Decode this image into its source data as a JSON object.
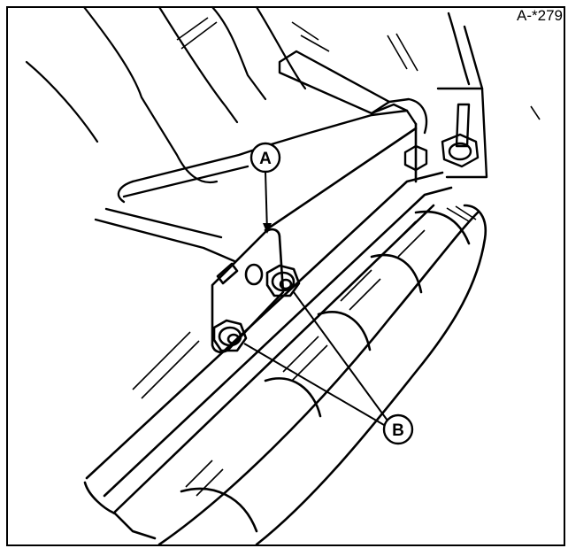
{
  "figure": {
    "reference_code": "A-*279",
    "callouts": [
      {
        "id": "callout-a",
        "letter": "A"
      },
      {
        "id": "callout-b",
        "letter": "B"
      }
    ]
  }
}
